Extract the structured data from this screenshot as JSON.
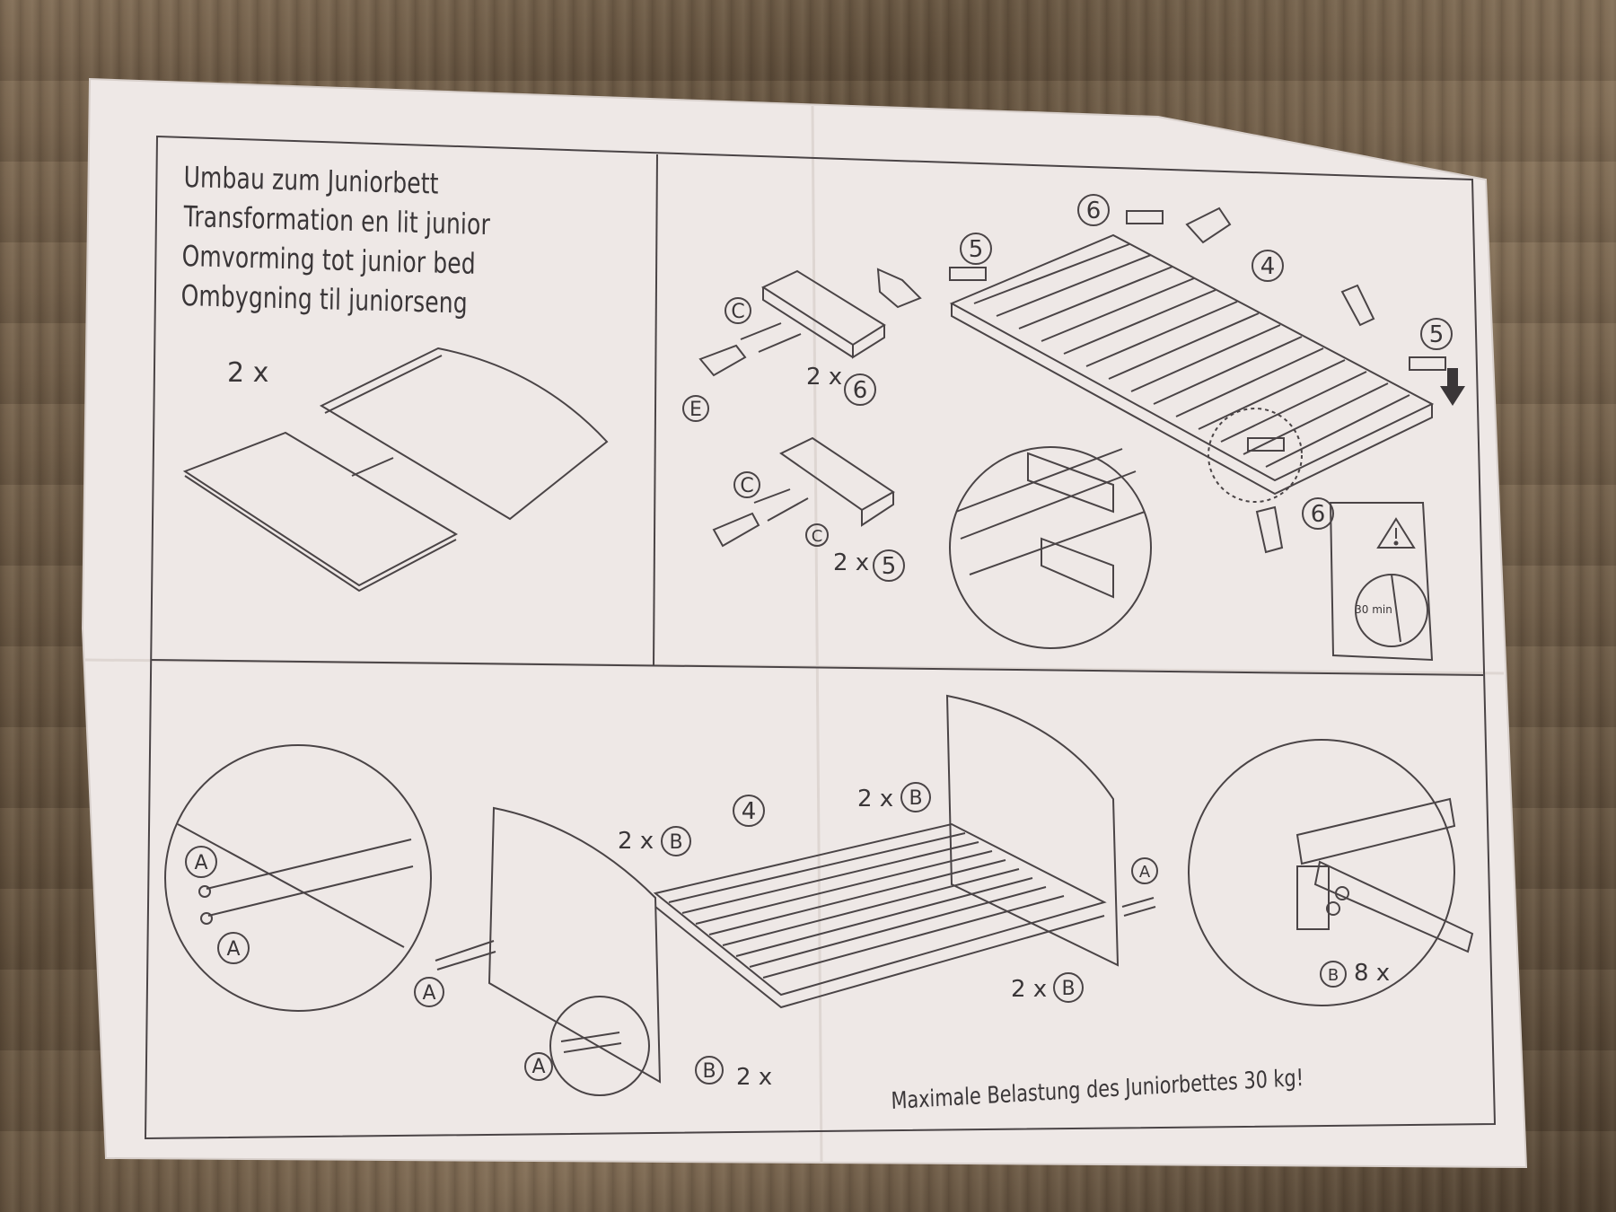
{
  "document": {
    "titles": [
      "Umbau zum Juniorbett",
      "Transformation en lit junior",
      "Omvorming tot junior bed",
      "Ombygning til juniorseng"
    ],
    "footer_note": "Maximale Belastung des Juniorbettes 30 kg!",
    "panel1": {
      "quantity": "2 x"
    },
    "panel2": {
      "part_c": "C",
      "part_e": "E",
      "qty_6": "2 x",
      "num_6": "6",
      "qty_5": "2 x",
      "num_5": "5",
      "num_4": "4",
      "warning_time": "30 min"
    },
    "panel3": {
      "part_a": "A",
      "part_b": "B",
      "num_4": "4",
      "qty_2x": "2 x",
      "qty_8x": "8 x"
    }
  }
}
